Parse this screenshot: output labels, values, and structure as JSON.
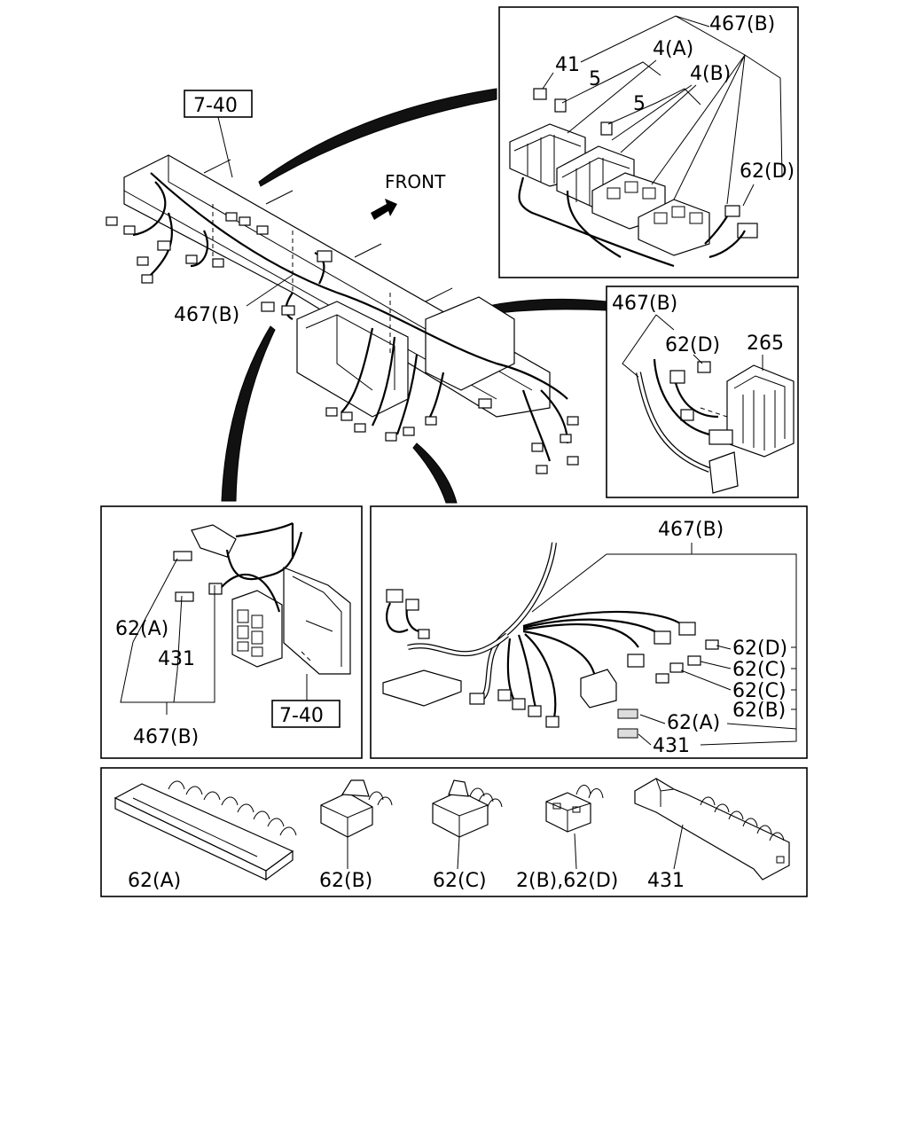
{
  "labels": {
    "ref_7_40_main": "7-40",
    "front": "FRONT",
    "main_467b": "467(B)",
    "inset1_467b": "467(B)",
    "inset1_4a": "4(A)",
    "inset1_41": "41",
    "inset1_5a": "5",
    "inset1_4b": "4(B)",
    "inset1_5b": "5",
    "inset1_62d": "62(D)",
    "inset2_467b": "467(B)",
    "inset2_62d": "62(D)",
    "inset2_265": "265",
    "inset3_62a": "62(A)",
    "inset3_431": "431",
    "inset3_467b": "467(B)",
    "inset3_ref_7_40": "7-40",
    "inset4_467b": "467(B)",
    "inset4_62d": "62(D)",
    "inset4_62c1": "62(C)",
    "inset4_62c2": "62(C)",
    "inset4_62b": "62(B)",
    "inset4_62a": "62(A)",
    "inset4_431": "431",
    "legend_62a": "62(A)",
    "legend_62b": "62(B)",
    "legend_62c": "62(C)",
    "legend_2b_62d": "2(B),62(D)",
    "legend_431": "431"
  }
}
